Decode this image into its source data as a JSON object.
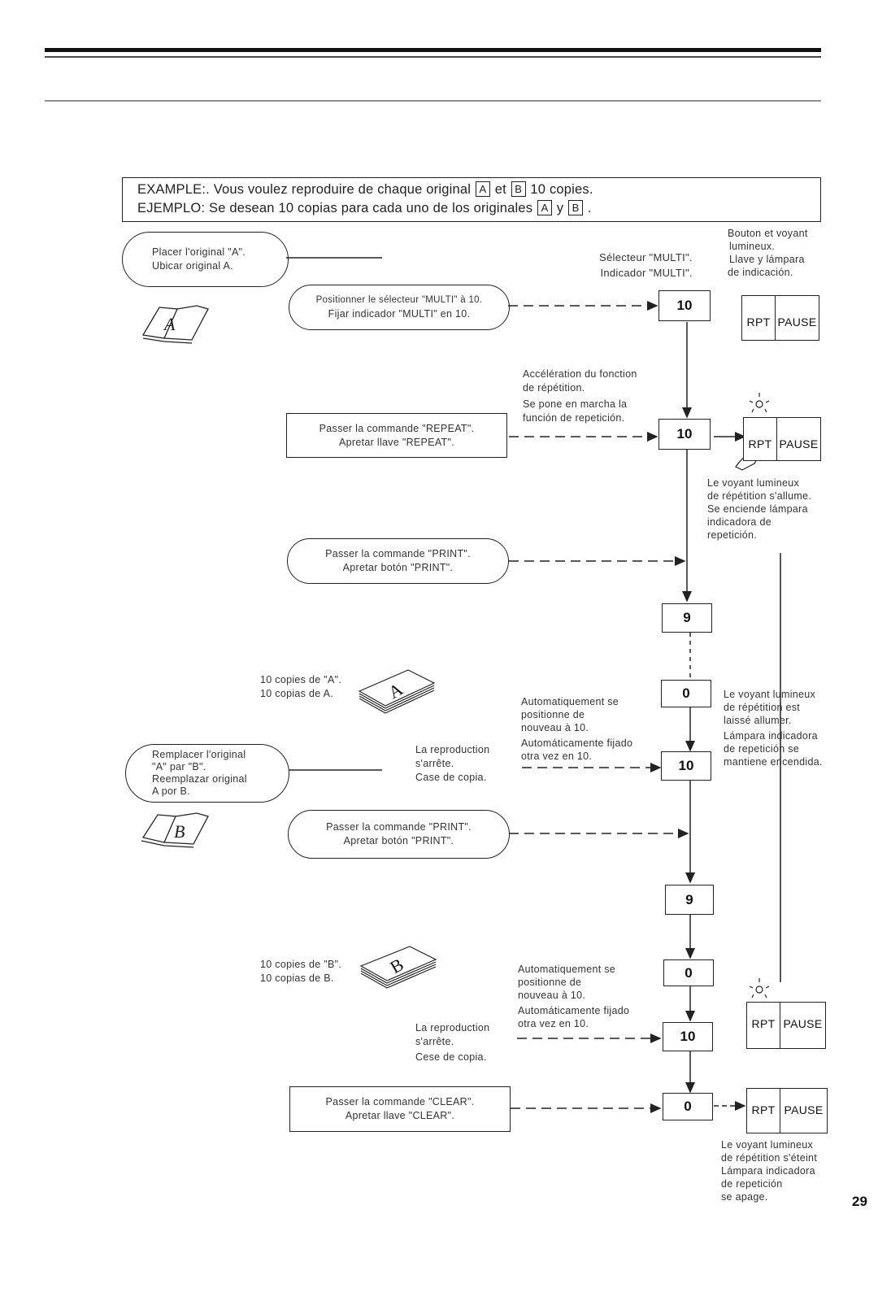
{
  "header": {
    "line1_pre": "EXAMPLE:. Vous voulez reproduire de chaque original ",
    "a": "A",
    "line1_mid": " et ",
    "b": "B",
    "line1_post": " 10 copies.",
    "line2_pre": "EJEMPLO:  Se desean 10 copias para cada uno de los originales ",
    "line2_mid": " y ",
    "line2_post": " ."
  },
  "steps": {
    "place_a": {
      "fr": "Placer l'original \"A\".",
      "es": "Ubicar original A."
    },
    "set_multi": {
      "fr": "Positionner le sélecteur \"MULTI\" à 10.",
      "es": "Fijar indicador \"MULTI\" en 10."
    },
    "repeat": {
      "fr": "Passer la commande \"REPEAT\".",
      "es": "Apretar llave \"REPEAT\"."
    },
    "print1": {
      "fr": "Passer la commande \"PRINT\".",
      "es": "Apretar botón \"PRINT\"."
    },
    "replace": {
      "l1": "Remplacer l'original",
      "l2": "\"A\" par \"B\".",
      "l3": "Reemplazar original",
      "l4": "A por B."
    },
    "print2": {
      "fr": "Passer la commande \"PRINT\".",
      "es": "Apretar botón \"PRINT\"."
    },
    "clear": {
      "fr": "Passer la commande \"CLEAR\".",
      "es": "Apretar llave \"CLEAR\"."
    }
  },
  "notes": {
    "multi_selector": {
      "l1": "Sélecteur \"MULTI\".",
      "l2": "Indicador \"MULTI\"."
    },
    "button_lamp": {
      "l1": "Bouton et voyant",
      "l2": "lumineux.",
      "l3": "Llave y lámpara",
      "l4": "de indicación."
    },
    "accel": {
      "l1": "Accélération du fonction",
      "l2": "de répétition.",
      "l3": "Se pone en marcha la",
      "l4": "función de repetición."
    },
    "lamp_on": {
      "l1": "Le voyant lumineux",
      "l2": "de répétition s'allume.",
      "l3": "Se enciende lámpara",
      "l4": "indicadora de",
      "l5": "repetición."
    },
    "copies_a": {
      "l1": "10 copies de \"A\".",
      "l2": "10 copias de A."
    },
    "auto1": {
      "l1": "Automatiquement se",
      "l2": "positionne de",
      "l3": "nouveau à 10.",
      "l4": "Automáticamente fijado",
      "l5": "otra vez en 10."
    },
    "lamp_kept": {
      "l1": "Le voyant lumineux",
      "l2": "de répétition est",
      "l3": "laissé allumer.",
      "l4": "Lámpara indicadora",
      "l5": "de repetición se",
      "l6": "mantiene encendida."
    },
    "stop1": {
      "l1": "La reproduction",
      "l2": "s'arrête.",
      "l3": "Case de copia."
    },
    "copies_b": {
      "l1": "10 copies de \"B\".",
      "l2": "10 copias de B."
    },
    "auto2": {
      "l1": "Automatiquement se",
      "l2": "positionne de",
      "l3": "nouveau à 10.",
      "l4": "Automáticamente fijado",
      "l5": "otra vez en 10."
    },
    "stop2": {
      "l1": "La reproduction",
      "l2": "s'arrête.",
      "l3": "Cese de copia."
    },
    "lamp_off": {
      "l1": "Le voyant lumineux",
      "l2": "de répétition s'éteint",
      "l3": "Lámpara indicadora",
      "l4": "de repetición",
      "l5": "se apage."
    }
  },
  "counters": {
    "c1": "10",
    "c2": "10",
    "c3": "9",
    "c4": "0",
    "c5": "10",
    "c6": "9",
    "c7": "0",
    "c8": "10",
    "c9": "0"
  },
  "panel": {
    "rpt": "RPT",
    "pause": "PAUSE"
  },
  "book_a_letter": "A",
  "book_b_letter": "B",
  "stack_a_letter": "A",
  "stack_b_letter": "B",
  "page_number": "29"
}
